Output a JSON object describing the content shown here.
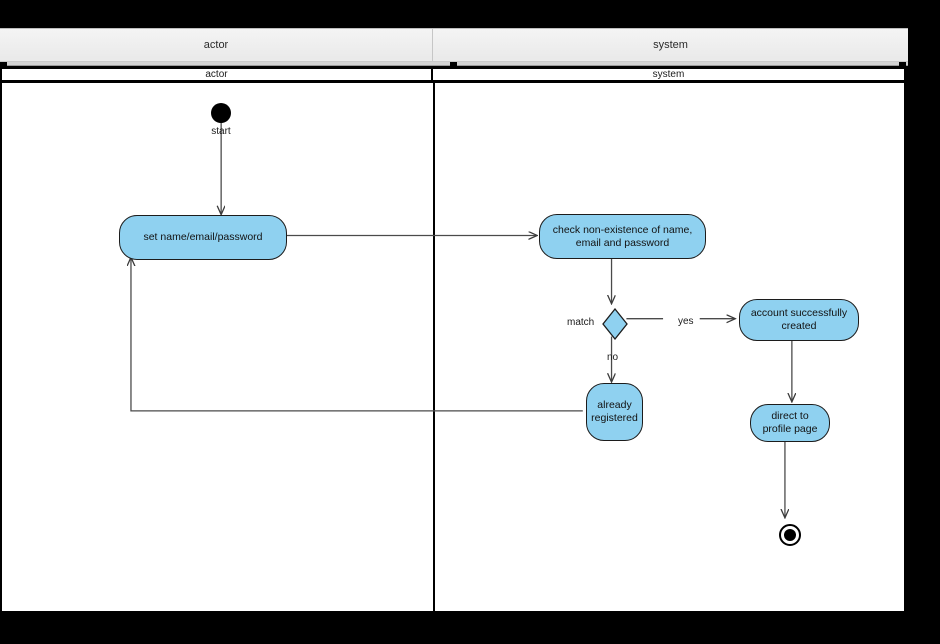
{
  "window": {
    "background_color": "#000000"
  },
  "column_headers": {
    "columns": [
      {
        "label": "actor"
      },
      {
        "label": "system"
      }
    ]
  },
  "diagram": {
    "type": "uml-activity-diagram",
    "fill_color": "#8FD1F0",
    "stroke_color": "#1c1c1c",
    "swimlanes": [
      {
        "label": "actor"
      },
      {
        "label": "system"
      }
    ],
    "nodes": [
      {
        "id": "start",
        "kind": "initial-node",
        "label": "start"
      },
      {
        "id": "set",
        "kind": "activity",
        "label": "set name/email/password"
      },
      {
        "id": "check",
        "kind": "activity",
        "line1": "check non-existence of name,",
        "line2": "email and password"
      },
      {
        "id": "match",
        "kind": "decision",
        "label": "match"
      },
      {
        "id": "account",
        "kind": "activity",
        "line1": "account successfully",
        "line2": "created"
      },
      {
        "id": "already",
        "kind": "activity",
        "line1": "already",
        "line2": "registered"
      },
      {
        "id": "direct",
        "kind": "activity",
        "line1": "direct to",
        "line2": "profile page"
      },
      {
        "id": "end",
        "kind": "final-node",
        "label": ""
      }
    ],
    "edges": [
      {
        "from": "start",
        "to": "set",
        "label": ""
      },
      {
        "from": "set",
        "to": "check",
        "label": ""
      },
      {
        "from": "check",
        "to": "match",
        "label": ""
      },
      {
        "from": "match",
        "to": "account",
        "label": "yes"
      },
      {
        "from": "match",
        "to": "already",
        "label": "no"
      },
      {
        "from": "already",
        "to": "set",
        "label": ""
      },
      {
        "from": "account",
        "to": "direct",
        "label": ""
      },
      {
        "from": "direct",
        "to": "end",
        "label": ""
      }
    ]
  }
}
